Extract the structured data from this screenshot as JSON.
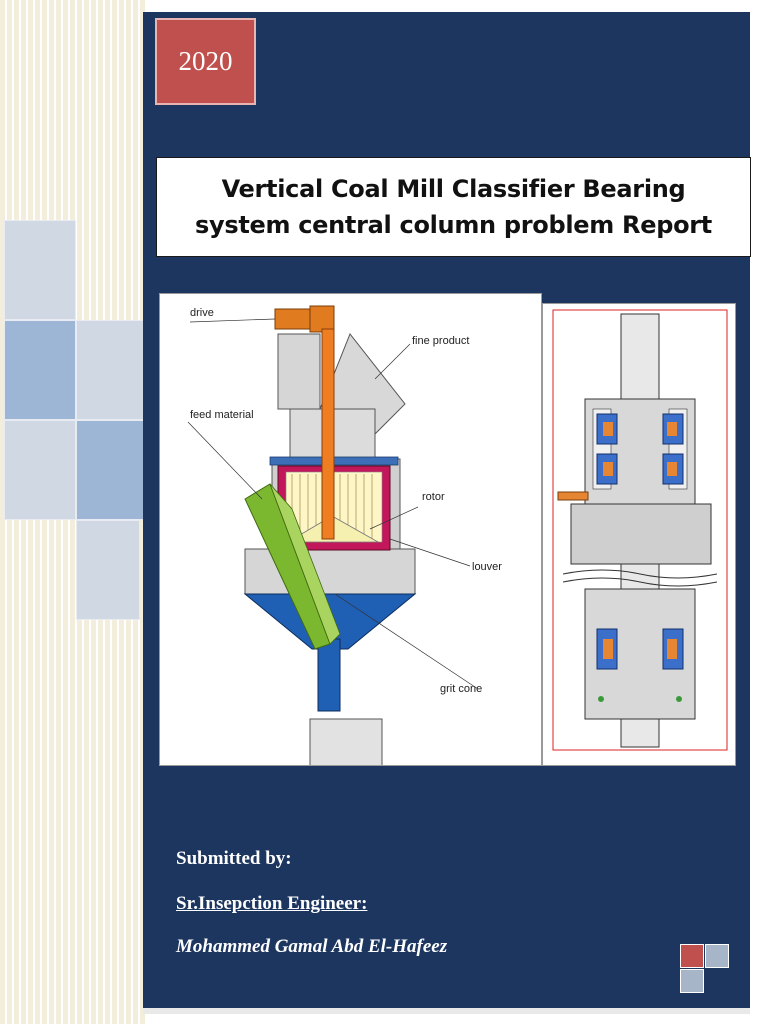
{
  "cover": {
    "year": "2020",
    "title_line1": "Vertical Coal Mill Classifier Bearing",
    "title_line2": "system central column problem Report"
  },
  "figure": {
    "labels": {
      "drive": "drive",
      "fine_product": "fine product",
      "feed_material": "feed material",
      "rotor": "rotor",
      "louver": "louver",
      "grit_cone": "grit cone"
    }
  },
  "footer": {
    "submitted_by": "Submitted by:",
    "role": "Sr.Insepction Engineer:",
    "author": "Mohammed Gamal Abd El-Hafeez"
  },
  "colors": {
    "panel": "#1d3660",
    "year_box": "#c0504d",
    "accent_tile": "#8ea9cf"
  }
}
